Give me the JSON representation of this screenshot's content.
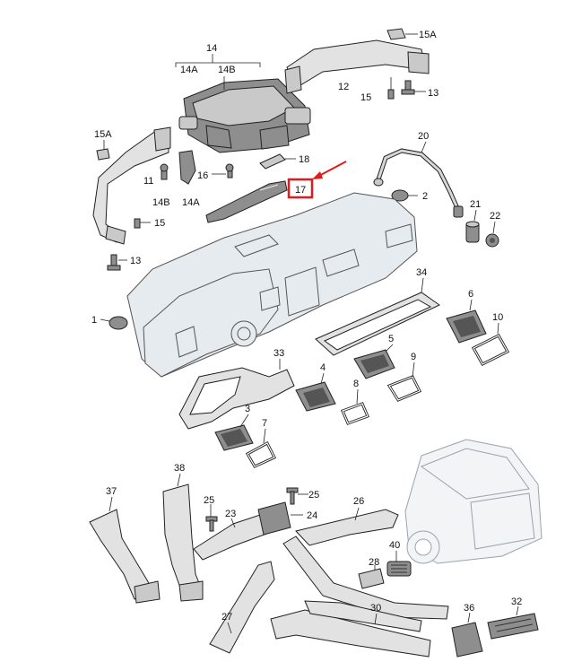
{
  "labels": {
    "l14": "14",
    "l14A_top": "14A",
    "l14B_top": "14B",
    "l15A_top": "15A",
    "l12": "12",
    "l15_top": "15",
    "l13_top": "13",
    "l15A_left": "15A",
    "l11": "11",
    "l14B_left": "14B",
    "l14A_left": "14A",
    "l16": "16",
    "l18": "18",
    "l15_left": "15",
    "l13_left": "13",
    "l17": "17",
    "l20": "20",
    "l2": "2",
    "l21": "21",
    "l22": "22",
    "l1": "1",
    "l34": "34",
    "l6": "6",
    "l10": "10",
    "l5": "5",
    "l9": "9",
    "l33": "33",
    "l4": "4",
    "l8": "8",
    "l3": "3",
    "l7": "7",
    "l38": "38",
    "l37": "37",
    "l25a": "25",
    "l25b": "25",
    "l26": "26",
    "l23": "23",
    "l24": "24",
    "l40": "40",
    "l28": "28",
    "l27": "27",
    "l30": "30",
    "l36": "36",
    "l32": "32"
  },
  "highlight": {
    "part": "17",
    "box_color": "#e01b1b",
    "arrow_color": "#e01b1b"
  }
}
